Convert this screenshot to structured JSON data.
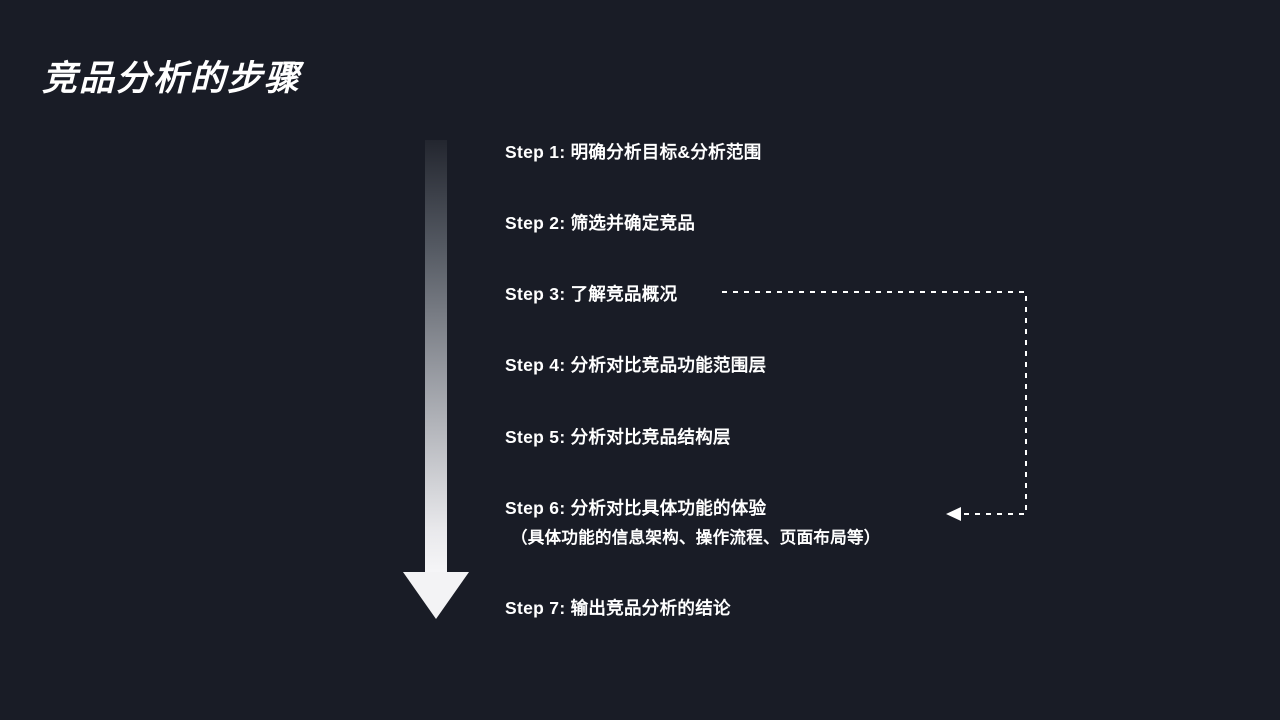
{
  "slide": {
    "title": "竞品分析的步骤",
    "background_color": "#191c26",
    "text_color": "#ffffff"
  },
  "steps": [
    {
      "text": "Step 1: 明确分析目标&分析范围"
    },
    {
      "text": "Step 2: 筛选并确定竞品"
    },
    {
      "text": "Step 3: 了解竞品概况"
    },
    {
      "text": "Step 4: 分析对比竞品功能范围层"
    },
    {
      "text": "Step 5: 分析对比竞品结构层"
    },
    {
      "text": "Step 6: 分析对比具体功能的体验",
      "note": "（具体功能的信息架构、操作流程、页面布局等）"
    },
    {
      "text": "Step 7: 输出竞品分析的结论"
    }
  ]
}
